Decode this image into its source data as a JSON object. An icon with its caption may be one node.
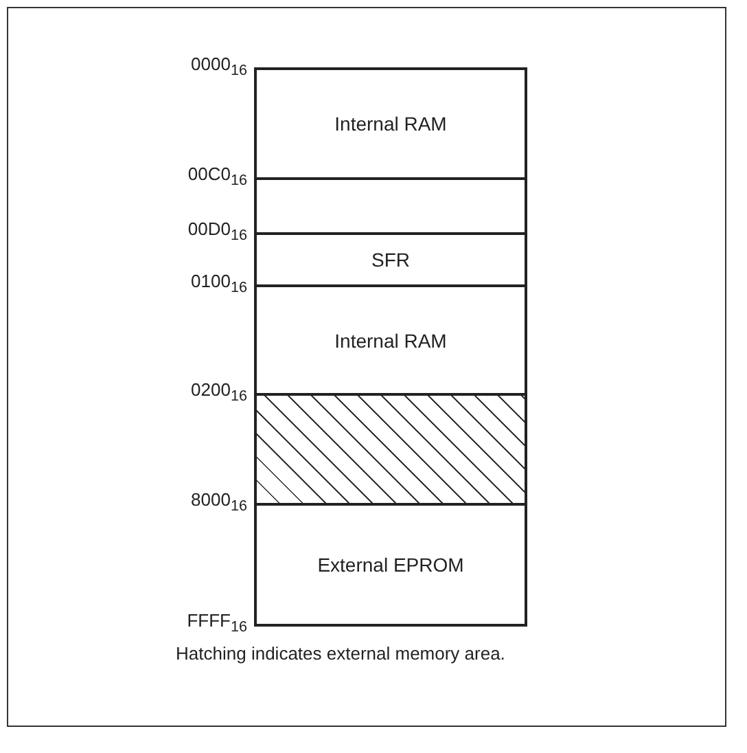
{
  "diagram": {
    "caption": "Hatching indicates external memory area.",
    "nodes": [
      {
        "text": [
          "Internal RAM"
        ]
      },
      {
        "text": [],
        "shape": "box"
      },
      {
        "text": [
          "SFR"
        ]
      },
      {
        "text": [
          "Internal RAM"
        ]
      },
      {
        "text": [],
        "shape": "box"
      },
      {
        "text": [
          "External EPROM"
        ]
      }
    ],
    "edges": [],
    "labels": [
      "0000$_{16}$",
      "00C0$_{16}$",
      "00D0$_{16}$",
      "0100$_{16}$",
      "0200$_{16}$",
      "8000$_{16}$",
      "FFFF$_{16}$"
    ]
  }
}
